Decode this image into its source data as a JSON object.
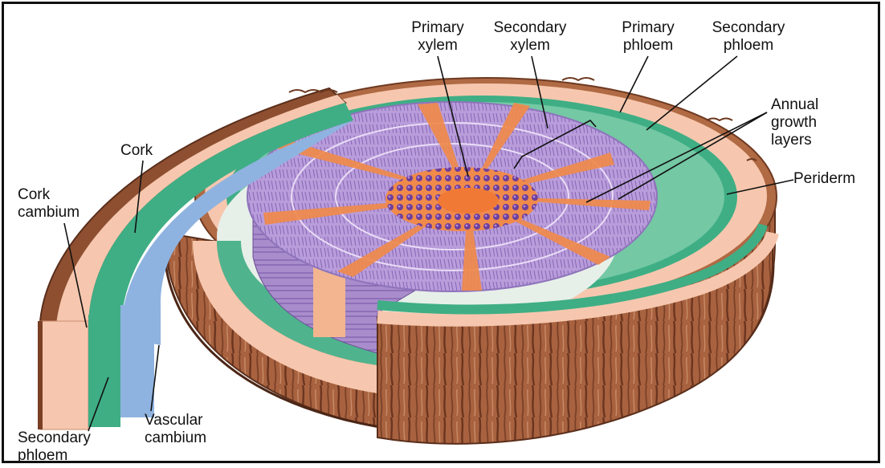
{
  "labels": {
    "primary_xylem": [
      "Primary",
      "xylem"
    ],
    "secondary_xylem": [
      "Secondary",
      "xylem"
    ],
    "primary_phloem": [
      "Primary",
      "phloem"
    ],
    "secondary_phloem_top": [
      "Secondary",
      "phloem"
    ],
    "annual_growth_layers": [
      "Annual",
      "growth",
      "layers"
    ],
    "periderm": [
      "Periderm"
    ],
    "cork": [
      "Cork"
    ],
    "cork_cambium": [
      "Cork",
      "cambium"
    ],
    "vascular_cambium": [
      "Vascular",
      "cambium"
    ],
    "secondary_phloem_bottom": [
      "Secondary",
      "phloem"
    ]
  },
  "colors": {
    "bark": "#9b5a3a",
    "bark_dark": "#6e3a22",
    "cortex_peach": "#f6c7ae",
    "phloem_green": "#4fb48e",
    "cambium_blue": "#8fb3e0",
    "xylem_purple": "#b59ad6",
    "ray_orange": "#f08a4b",
    "pith_purple": "#6d3f9a"
  }
}
